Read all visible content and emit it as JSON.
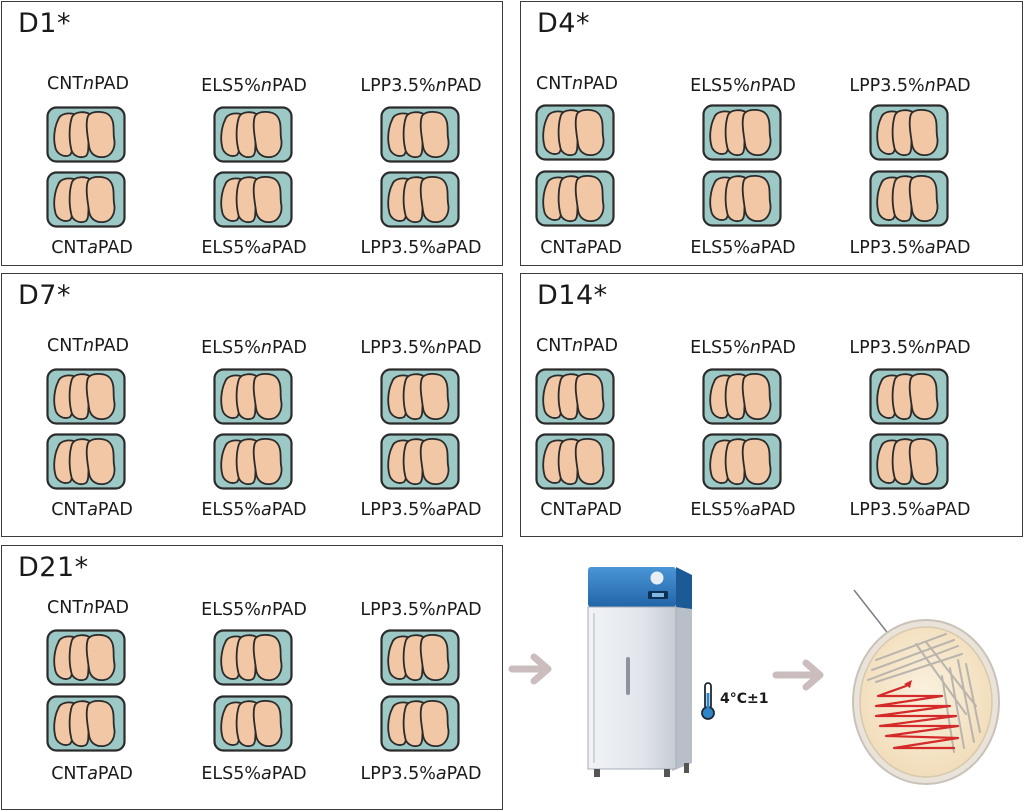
{
  "panels": [
    {
      "title": "D1*",
      "labels": {
        "cnt_n": [
          "CNT",
          "n",
          "PAD"
        ],
        "els_n": [
          "ELS5%",
          "n",
          "PAD"
        ],
        "lpp_n": [
          "LPP3.5%",
          "n",
          "PAD"
        ],
        "cnt_a": [
          "CNT",
          "a",
          "PAD"
        ],
        "els_a": [
          "ELS5%",
          "a",
          "PAD"
        ],
        "lpp_a": [
          "LPP3.5%",
          "a",
          "PAD"
        ]
      }
    },
    {
      "title": "D4*",
      "labels": {
        "cnt_n": [
          "CNT",
          "n",
          "PAD"
        ],
        "els_n": [
          "ELS5%",
          "n",
          "PAD"
        ],
        "lpp_n": [
          "LPP3.5%",
          "n",
          "PAD"
        ],
        "cnt_a": [
          "CNT",
          "a",
          "PAD"
        ],
        "els_a": [
          "ELS5%",
          "a",
          "PAD"
        ],
        "lpp_a": [
          "LPP3.5%",
          "a",
          "PAD"
        ]
      }
    },
    {
      "title": "D7*",
      "labels": {
        "cnt_n": [
          "CNT",
          "n",
          "PAD"
        ],
        "els_n": [
          "ELS5%",
          "n",
          "PAD"
        ],
        "lpp_n": [
          "LPP3.5%",
          "n",
          "PAD"
        ],
        "cnt_a": [
          "CNT",
          "a",
          "PAD"
        ],
        "els_a": [
          "ELS5%",
          "a",
          "PAD"
        ],
        "lpp_a": [
          "LPP3.5%",
          "a",
          "PAD"
        ]
      }
    },
    {
      "title": "D14*",
      "labels": {
        "cnt_n": [
          "CNT",
          "n",
          "PAD"
        ],
        "els_n": [
          "ELS5%",
          "n",
          "PAD"
        ],
        "lpp_n": [
          "LPP3.5%",
          "n",
          "PAD"
        ],
        "cnt_a": [
          "CNT",
          "a",
          "PAD"
        ],
        "els_a": [
          "ELS5%",
          "a",
          "PAD"
        ],
        "lpp_a": [
          "LPP3.5%",
          "a",
          "PAD"
        ]
      }
    },
    {
      "title": "D21*",
      "labels": {
        "cnt_n": [
          "CNT",
          "n",
          "PAD"
        ],
        "els_n": [
          "ELS5%",
          "n",
          "PAD"
        ],
        "lpp_n": [
          "LPP3.5%",
          "n",
          "PAD"
        ],
        "cnt_a": [
          "CNT",
          "a",
          "PAD"
        ],
        "els_a": [
          "ELS5%",
          "a",
          "PAD"
        ],
        "lpp_a": [
          "LPP3.5%",
          "a",
          "PAD"
        ]
      }
    }
  ],
  "storage": {
    "temperature": "4°C±1"
  },
  "colors": {
    "tray_fill": "#9cc9c6",
    "meat_fill": "#f2c7a5",
    "outline": "#2b2b2b",
    "arrow": "#cbbdbd",
    "fridge_top": "#2e7dc2",
    "fridge_body": "#e6e9ee",
    "petri_agar": "#f5e6cc",
    "streak_red": "#d42a2a",
    "streak_grey": "#b9b4ad"
  },
  "icons": [
    "refrigerator-icon",
    "thermometer-icon",
    "petri-dish-icon",
    "arrow-right-icon",
    "meat-tray-icon"
  ]
}
